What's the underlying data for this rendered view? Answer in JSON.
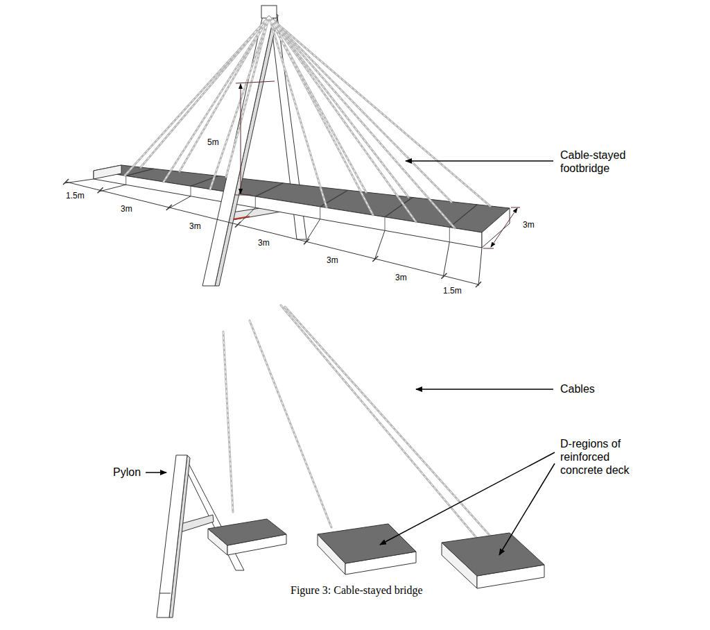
{
  "diagram": {
    "caption": "Figure 3: Cable-stayed bridge",
    "labels": [
      "5m",
      "1.5m",
      "3m",
      "3m",
      "3m",
      "3m",
      "3m",
      "1.5m",
      "3m",
      "Cable-stayed footbridge",
      "Pylon",
      "Cables",
      "D-regions of reinforced concrete deck"
    ]
  }
}
